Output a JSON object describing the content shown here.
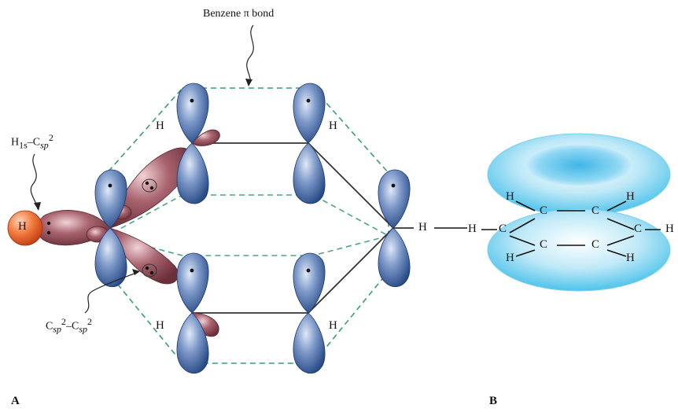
{
  "colors": {
    "p_orbital": "#4a6ea8",
    "p_orbital_light": "#bfd0ec",
    "sp2_orbital": "#8a4a55",
    "sp2_orbital_light": "#d8a5ae",
    "h_orbital": "#e0562a",
    "pi_bond_dashes": "#3a9a7a",
    "ring_cloud": "#4fc3ea",
    "ring_cloud_light": "#e4f6fd"
  },
  "panel_a": {
    "label": "A",
    "pi_bond_label": "Benzene π bond",
    "h_csp2_label": {
      "main": "H",
      "sub1": "1s",
      "dash": "–C",
      "sub2": "sp",
      "sup": "2"
    },
    "csp2_csp2_label": {
      "c1": "C",
      "sub1": "sp",
      "sup1": "2",
      "dash": "–C",
      "sub2": "sp",
      "sup2": "2"
    },
    "hydrogen_atom": "H",
    "h_labels": [
      "H",
      "H",
      "H",
      "H",
      "H"
    ]
  },
  "panel_b": {
    "label": "B",
    "atoms": {
      "h_top_left": "H",
      "c_top_left": "C",
      "c_top_right": "C",
      "h_top_right": "H",
      "h_left": "H",
      "c_left": "C",
      "c_right": "C",
      "h_right": "H",
      "c_bottom_left": "C",
      "c_bottom_right": "C",
      "h_bottom_left": "H",
      "h_bottom_right": "H"
    }
  }
}
